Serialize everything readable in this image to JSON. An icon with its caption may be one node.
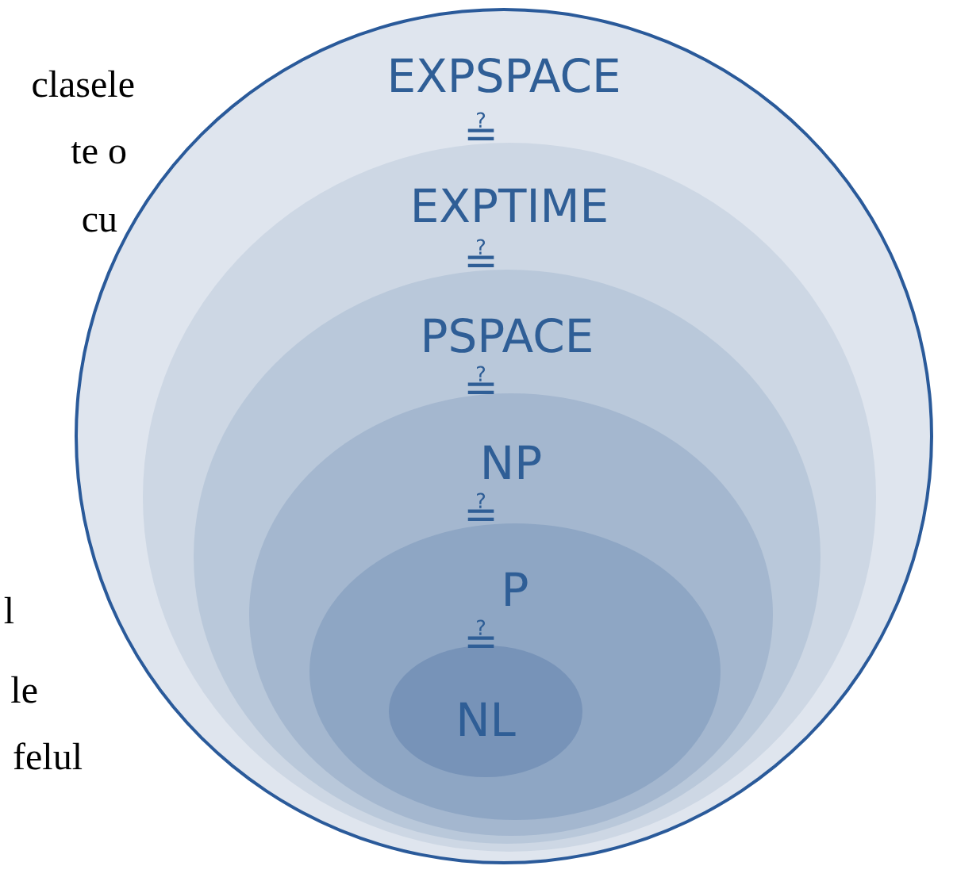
{
  "diagram": {
    "nodes": [
      {
        "text": [
          "EXPSPACE"
        ]
      },
      {
        "text": [
          "EXPTIME"
        ],
        "in": 0
      },
      {
        "text": [
          "PSPACE"
        ],
        "in": 1
      },
      {
        "text": [
          "NP"
        ],
        "in": 2
      },
      {
        "text": [
          "P"
        ],
        "in": 3
      },
      {
        "text": [
          "NL"
        ],
        "in": 4
      }
    ],
    "labels": [
      "clasele",
      "te o",
      "cu",
      "≟",
      "≟",
      "≟",
      "≟",
      "≟",
      "l",
      "le",
      "felul"
    ]
  }
}
